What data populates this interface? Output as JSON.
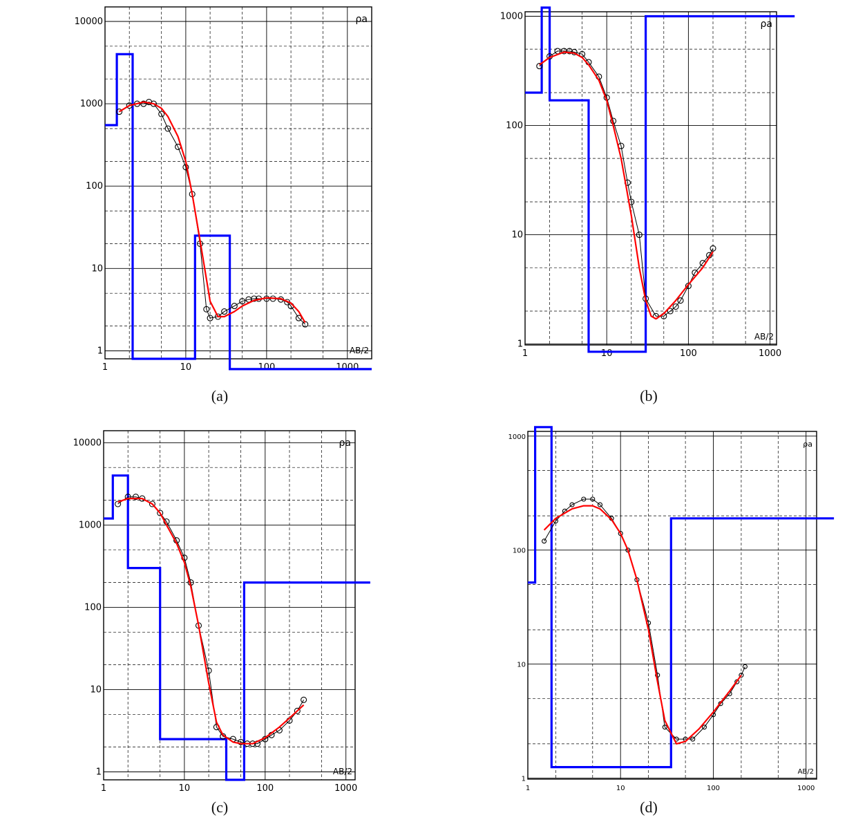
{
  "colors": {
    "background": "#ffffff",
    "frame": "#000000",
    "grid": "#000000",
    "data_points": "#000000",
    "fit_curve": "#ff0000",
    "layer_model": "#0000ff"
  },
  "chart_data": [
    {
      "type": "line",
      "caption": "(a)",
      "xlabel": "AB/2",
      "ylabel": "ρa",
      "xscale": "log",
      "yscale": "log",
      "xlim": [
        1,
        2000
      ],
      "ylim": [
        0.8,
        15000
      ],
      "x_ticks": [
        1,
        10,
        100,
        1000
      ],
      "x_tick_labels": [
        "1",
        "10",
        "100",
        "1000"
      ],
      "y_ticks": [
        1,
        10,
        100,
        1000,
        10000
      ],
      "y_tick_labels": [
        "1",
        "10",
        "100",
        "1000",
        "10000"
      ],
      "grid": true,
      "series": [
        {
          "role": "observed",
          "marker": "circle",
          "x": [
            1.5,
            2,
            2.5,
            3,
            3.5,
            4,
            5,
            6,
            8,
            10,
            12,
            15,
            18,
            20,
            25,
            30,
            40,
            50,
            60,
            70,
            80,
            100,
            120,
            150,
            180,
            200,
            250,
            300
          ],
          "y": [
            800,
            950,
            1000,
            1000,
            1050,
            1000,
            750,
            500,
            300,
            170,
            80,
            20,
            3.2,
            2.5,
            2.6,
            3,
            3.5,
            4,
            4.2,
            4.3,
            4.3,
            4.3,
            4.3,
            4.2,
            3.9,
            3.5,
            2.5,
            2.1
          ]
        },
        {
          "role": "fitted",
          "x": [
            1.5,
            2,
            3,
            4,
            5,
            6,
            8,
            10,
            12,
            15,
            20,
            25,
            30,
            40,
            50,
            70,
            100,
            150,
            200,
            250,
            300
          ],
          "y": [
            800,
            950,
            1050,
            1000,
            880,
            700,
            400,
            200,
            80,
            22,
            4,
            2.6,
            2.6,
            3,
            3.5,
            4.1,
            4.4,
            4.3,
            3.8,
            3,
            2.2
          ]
        },
        {
          "role": "layer model",
          "x": [
            1,
            1.4,
            1.4,
            2.2,
            2.2,
            13,
            13,
            35,
            35,
            2000
          ],
          "y": [
            550,
            550,
            4000,
            4000,
            0.8,
            0.8,
            25,
            25,
            0.6,
            0.6
          ]
        }
      ]
    },
    {
      "type": "line",
      "caption": "(b)",
      "xlabel": "AB/2",
      "ylabel": "ρa",
      "xscale": "log",
      "yscale": "log",
      "xlim": [
        1,
        1200
      ],
      "ylim": [
        0.98,
        1100
      ],
      "x_ticks": [
        1,
        10,
        100,
        1000
      ],
      "x_tick_labels": [
        "1",
        "10",
        "100",
        "1000"
      ],
      "y_ticks": [
        1,
        10,
        100,
        1000
      ],
      "y_tick_labels": [
        "1",
        "10",
        "100",
        "1000"
      ],
      "grid": true,
      "series": [
        {
          "role": "observed",
          "marker": "circle",
          "x": [
            1.5,
            2,
            2.5,
            3,
            3.5,
            4,
            5,
            6,
            8,
            10,
            12,
            15,
            18,
            20,
            25,
            30,
            40,
            50,
            60,
            70,
            80,
            100,
            120,
            150,
            180,
            200
          ],
          "y": [
            350,
            430,
            480,
            480,
            480,
            470,
            450,
            380,
            280,
            180,
            110,
            65,
            30,
            20,
            10,
            2.6,
            1.8,
            1.8,
            2,
            2.2,
            2.5,
            3.4,
            4.5,
            5.5,
            6.5,
            7.5
          ]
        },
        {
          "role": "fitted",
          "x": [
            1.5,
            2,
            3,
            4,
            5,
            6,
            8,
            10,
            12,
            15,
            20,
            25,
            30,
            35,
            40,
            50,
            70,
            100,
            150,
            200
          ],
          "y": [
            360,
            420,
            470,
            460,
            420,
            360,
            260,
            170,
            100,
            50,
            15,
            5,
            2.5,
            1.8,
            1.7,
            1.9,
            2.5,
            3.5,
            5,
            7
          ]
        },
        {
          "role": "layer model",
          "x": [
            1,
            1.6,
            1.6,
            2,
            2,
            6,
            6,
            30,
            30,
            2000
          ],
          "y": [
            200,
            200,
            1200,
            1200,
            170,
            170,
            0.85,
            0.85,
            1000,
            1000
          ]
        }
      ]
    },
    {
      "type": "line",
      "caption": "(c)",
      "xlabel": "AB/2",
      "ylabel": "ρa",
      "xscale": "log",
      "yscale": "log",
      "xlim": [
        1,
        1300
      ],
      "ylim": [
        0.8,
        14000
      ],
      "x_ticks": [
        1,
        10,
        100,
        1000
      ],
      "x_tick_labels": [
        "1",
        "10",
        "100",
        "1000"
      ],
      "y_ticks": [
        1,
        10,
        100,
        1000,
        10000
      ],
      "y_tick_labels": [
        "1",
        "10",
        "100",
        "1000",
        "10000"
      ],
      "grid": true,
      "series": [
        {
          "role": "observed",
          "marker": "circle",
          "x": [
            1.5,
            2,
            2.5,
            3,
            4,
            5,
            6,
            8,
            10,
            12,
            15,
            20,
            25,
            30,
            40,
            50,
            60,
            70,
            80,
            100,
            120,
            150,
            200,
            250,
            300
          ],
          "y": [
            1800,
            2200,
            2200,
            2100,
            1800,
            1400,
            1100,
            650,
            400,
            200,
            60,
            17,
            3.5,
            2.7,
            2.5,
            2.3,
            2.2,
            2.2,
            2.2,
            2.5,
            2.8,
            3.2,
            4.2,
            5.5,
            7.5
          ]
        },
        {
          "role": "fitted",
          "x": [
            1.5,
            2,
            3,
            4,
            5,
            6,
            8,
            10,
            12,
            15,
            20,
            25,
            30,
            40,
            50,
            70,
            100,
            150,
            200,
            300
          ],
          "y": [
            1900,
            2100,
            2100,
            1800,
            1400,
            1000,
            600,
            350,
            180,
            60,
            12,
            4,
            2.8,
            2.3,
            2.2,
            2.2,
            2.6,
            3.5,
            4.5,
            6.5
          ]
        },
        {
          "role": "layer model",
          "x": [
            1,
            1.3,
            1.3,
            2,
            2,
            5,
            5,
            33,
            33,
            55,
            55,
            2000
          ],
          "y": [
            1200,
            1200,
            4000,
            4000,
            300,
            300,
            2.5,
            2.5,
            0.8,
            0.8,
            200,
            200
          ]
        }
      ]
    },
    {
      "type": "line",
      "caption": "(d)",
      "xlabel": "AB/2",
      "ylabel": "ρa",
      "xscale": "log",
      "yscale": "log",
      "xlim": [
        1,
        1300
      ],
      "ylim": [
        0.98,
        1100
      ],
      "x_ticks": [
        1,
        10,
        100,
        1000
      ],
      "x_tick_labels": [
        "1",
        "10",
        "100",
        "1000"
      ],
      "y_ticks": [
        1,
        10,
        100,
        1000
      ],
      "y_tick_labels": [
        "1",
        "10",
        "100",
        "1000"
      ],
      "grid": true,
      "series": [
        {
          "role": "observed",
          "marker": "circle",
          "x": [
            1.5,
            2,
            2.5,
            3,
            4,
            5,
            6,
            8,
            10,
            12,
            15,
            20,
            25,
            30,
            40,
            50,
            60,
            80,
            100,
            120,
            150,
            180,
            200,
            220
          ],
          "y": [
            120,
            180,
            220,
            250,
            280,
            280,
            250,
            190,
            140,
            100,
            55,
            23,
            8,
            2.8,
            2.2,
            2.2,
            2.2,
            2.8,
            3.6,
            4.5,
            5.5,
            7,
            8,
            9.5
          ]
        },
        {
          "role": "fitted",
          "x": [
            1.5,
            2,
            3,
            4,
            5,
            6,
            8,
            10,
            12,
            15,
            20,
            25,
            30,
            40,
            50,
            70,
            100,
            150,
            200
          ],
          "y": [
            150,
            190,
            230,
            245,
            245,
            230,
            185,
            140,
            100,
            55,
            20,
            7,
            3.2,
            2,
            2.1,
            2.7,
            3.8,
            5.8,
            8
          ]
        },
        {
          "role": "layer model",
          "x": [
            1,
            1.2,
            1.2,
            1.8,
            1.8,
            35,
            35,
            2000
          ],
          "y": [
            52,
            52,
            1200,
            1200,
            1.25,
            1.25,
            190,
            190
          ]
        }
      ]
    }
  ]
}
